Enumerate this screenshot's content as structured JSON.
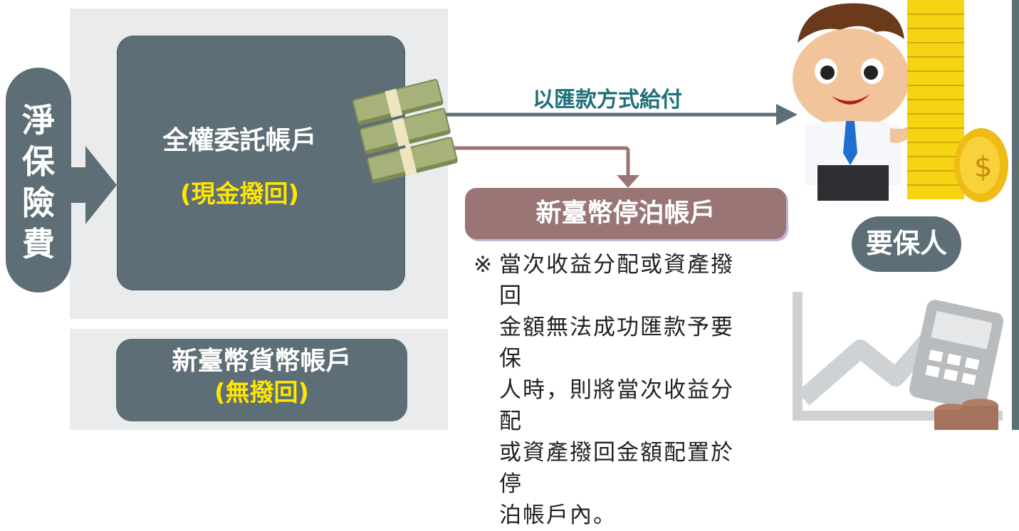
{
  "left_pill": {
    "chars": [
      "淨",
      "保",
      "險",
      "費"
    ]
  },
  "discretionary": {
    "title": "全權委託帳戶",
    "subtitle": "(現金撥回)"
  },
  "currency": {
    "title": "新臺幣貨幣帳戶",
    "subtitle": "(無撥回)"
  },
  "remittance_label": "以匯款方式給付",
  "parking_account": "新臺幣停泊帳戶",
  "note": {
    "mark": "※",
    "lines": [
      "當次收益分配或資產撥回",
      "金額無法成功匯款予要保",
      "人時，則將當次收益分配",
      "或資產撥回金額配置於停",
      "泊帳戶內。"
    ]
  },
  "policyholder": "要保人",
  "colors": {
    "box": "#5d6e76",
    "panel": "#e9ebed",
    "highlight": "#ffe600",
    "parking": "#9a7575",
    "remit_text": "#1e6f78"
  }
}
